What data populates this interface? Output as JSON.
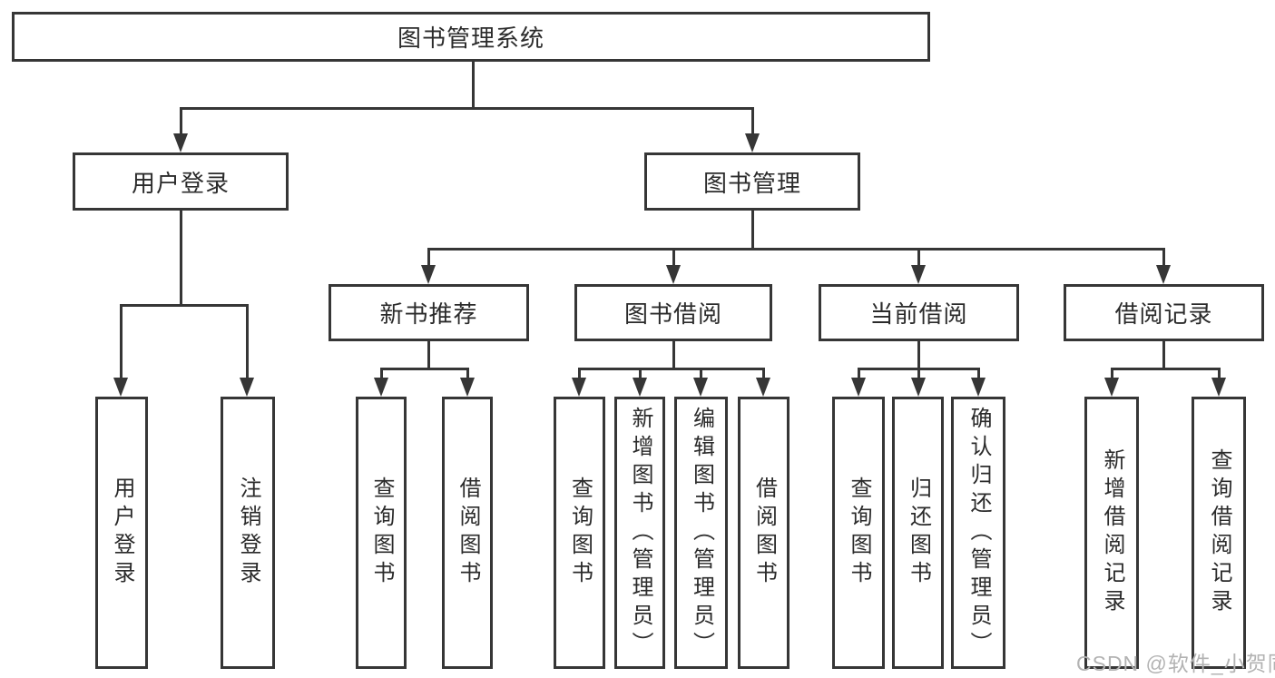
{
  "diagram_type": "tree",
  "colors": {
    "line": "#363636",
    "box_border": "#363636",
    "text": "#2b2b2b",
    "background": "#ffffff",
    "watermark": "#b3b3b3"
  },
  "tree": {
    "label": "图书管理系统",
    "children": [
      {
        "label": "用户登录",
        "children": [
          {
            "label": "用户登录"
          },
          {
            "label": "注销登录"
          }
        ]
      },
      {
        "label": "图书管理",
        "children": [
          {
            "label": "新书推荐",
            "children": [
              {
                "label": "查询图书"
              },
              {
                "label": "借阅图书"
              }
            ]
          },
          {
            "label": "图书借阅",
            "children": [
              {
                "label": "查询图书"
              },
              {
                "label": "新增图书（管理员）"
              },
              {
                "label": "编辑图书（管理员）"
              },
              {
                "label": "借阅图书"
              }
            ]
          },
          {
            "label": "当前借阅",
            "children": [
              {
                "label": "查询图书"
              },
              {
                "label": "归还图书"
              },
              {
                "label": "确认归还（管理员）"
              }
            ]
          },
          {
            "label": "借阅记录",
            "children": [
              {
                "label": "新增借阅记录"
              },
              {
                "label": "查询借阅记录"
              }
            ]
          }
        ]
      }
    ]
  },
  "watermark": {
    "text": "CSDN @软件_小贺同学"
  }
}
